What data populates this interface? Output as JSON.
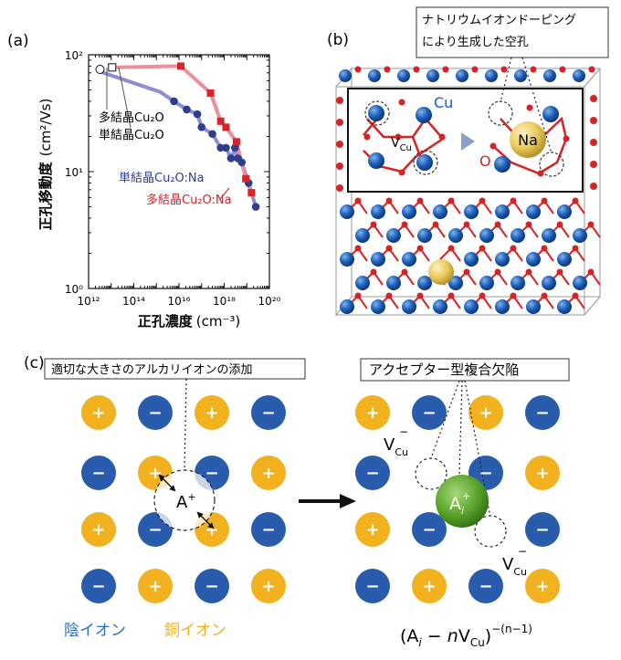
{
  "panel_a": {
    "label": "(a)",
    "y_axis_label": "正孔移動度",
    "y_axis_unit": "(cm²/Vs)",
    "x_axis_label": "正孔濃度",
    "x_axis_unit": "(cm⁻³)",
    "labels": {
      "poly_undoped": "多結晶Cu₂O",
      "single_undoped": "単結晶Cu₂O",
      "single_na": "単結晶Cu₂O:Na",
      "poly_na": "多結晶Cu₂O:Na"
    },
    "colors": {
      "single": "#2d3d8f",
      "poly": "#d9222a",
      "single_line": "#8c8fd1",
      "poly_line": "#ee8e9b"
    }
  },
  "chart_data": {
    "type": "scatter",
    "x_scale": "log",
    "y_scale": "log",
    "xlim": [
      1000000000000.0,
      1e+20
    ],
    "ylim": [
      1,
      100
    ],
    "x_ticks": [
      "10¹²",
      "10¹⁴",
      "10¹⁶",
      "10¹⁸",
      "10²⁰"
    ],
    "y_ticks": [
      "10⁰",
      "10¹",
      "10²"
    ],
    "series": [
      {
        "name": "多結晶Cu₂O",
        "marker": "open-circle",
        "x": [
          3200000000000.0
        ],
        "y": [
          75
        ]
      },
      {
        "name": "単結晶Cu₂O",
        "marker": "open-square",
        "x": [
          11000000000000.0
        ],
        "y": [
          78
        ]
      },
      {
        "name": "単結晶Cu₂O:Na",
        "marker": "filled-circle",
        "color": "#2d3d8f",
        "x": [
          6000000000000000.0,
          2.2e+16,
          6.5e+16,
          1e+17,
          3e+17,
          7e+17,
          1.2e+18,
          2e+18,
          3e+18,
          4e+18,
          6e+18,
          1.2e+19,
          2.5e+19
        ],
        "y": [
          40,
          34,
          31,
          24,
          21,
          16,
          16,
          13,
          16,
          13,
          12,
          8,
          5
        ]
      },
      {
        "name": "多結晶Cu₂O:Na",
        "marker": "filled-square",
        "color": "#d9222a",
        "x": [
          1.2e+16,
          2.5e+17,
          7e+17,
          1.2e+18,
          3.5e+18,
          9e+18,
          1.6e+19
        ],
        "y": [
          80,
          47,
          27,
          24,
          18,
          8.7,
          6.6
        ]
      }
    ]
  },
  "panel_b": {
    "label": "(b)",
    "callout": [
      "ナトリウムイオンドーピング",
      "により生成した空孔"
    ],
    "cu_label": "Cu",
    "o_label": "O",
    "na_label": "Na",
    "vcu_label": "V",
    "vcu_sub": "Cu",
    "colors": {
      "cu": "#1d5fb8",
      "o": "#d62424",
      "na": "#e8c858"
    }
  },
  "panel_c": {
    "label": "(c)",
    "left_callout": "適切な大きさのアルカリイオンの添加",
    "right_callout": "アクセプター型複合欠陥",
    "plus": "+",
    "minus": "−",
    "ion_label": "A",
    "ion_charge": "+",
    "ai_label": "A",
    "ai_sub": "i",
    "ai_charge": "+",
    "v_label": "V",
    "v_sub": "Cu",
    "v_charge": "−",
    "legend_anion": "陰イオン",
    "legend_copper": "銅イオン",
    "formula": {
      "open": "(A",
      "i": "i",
      "mid": " − ",
      "n": "n",
      "v": "V",
      "cu": "Cu",
      "close": ")",
      "sup": "−(n−1)"
    },
    "colors": {
      "anion": "#2a5cad",
      "copper": "#f2b11f",
      "dopant": "#5aa32a",
      "legend_anion": "#2a6fc4",
      "legend_copper": "#f2b11f"
    }
  }
}
